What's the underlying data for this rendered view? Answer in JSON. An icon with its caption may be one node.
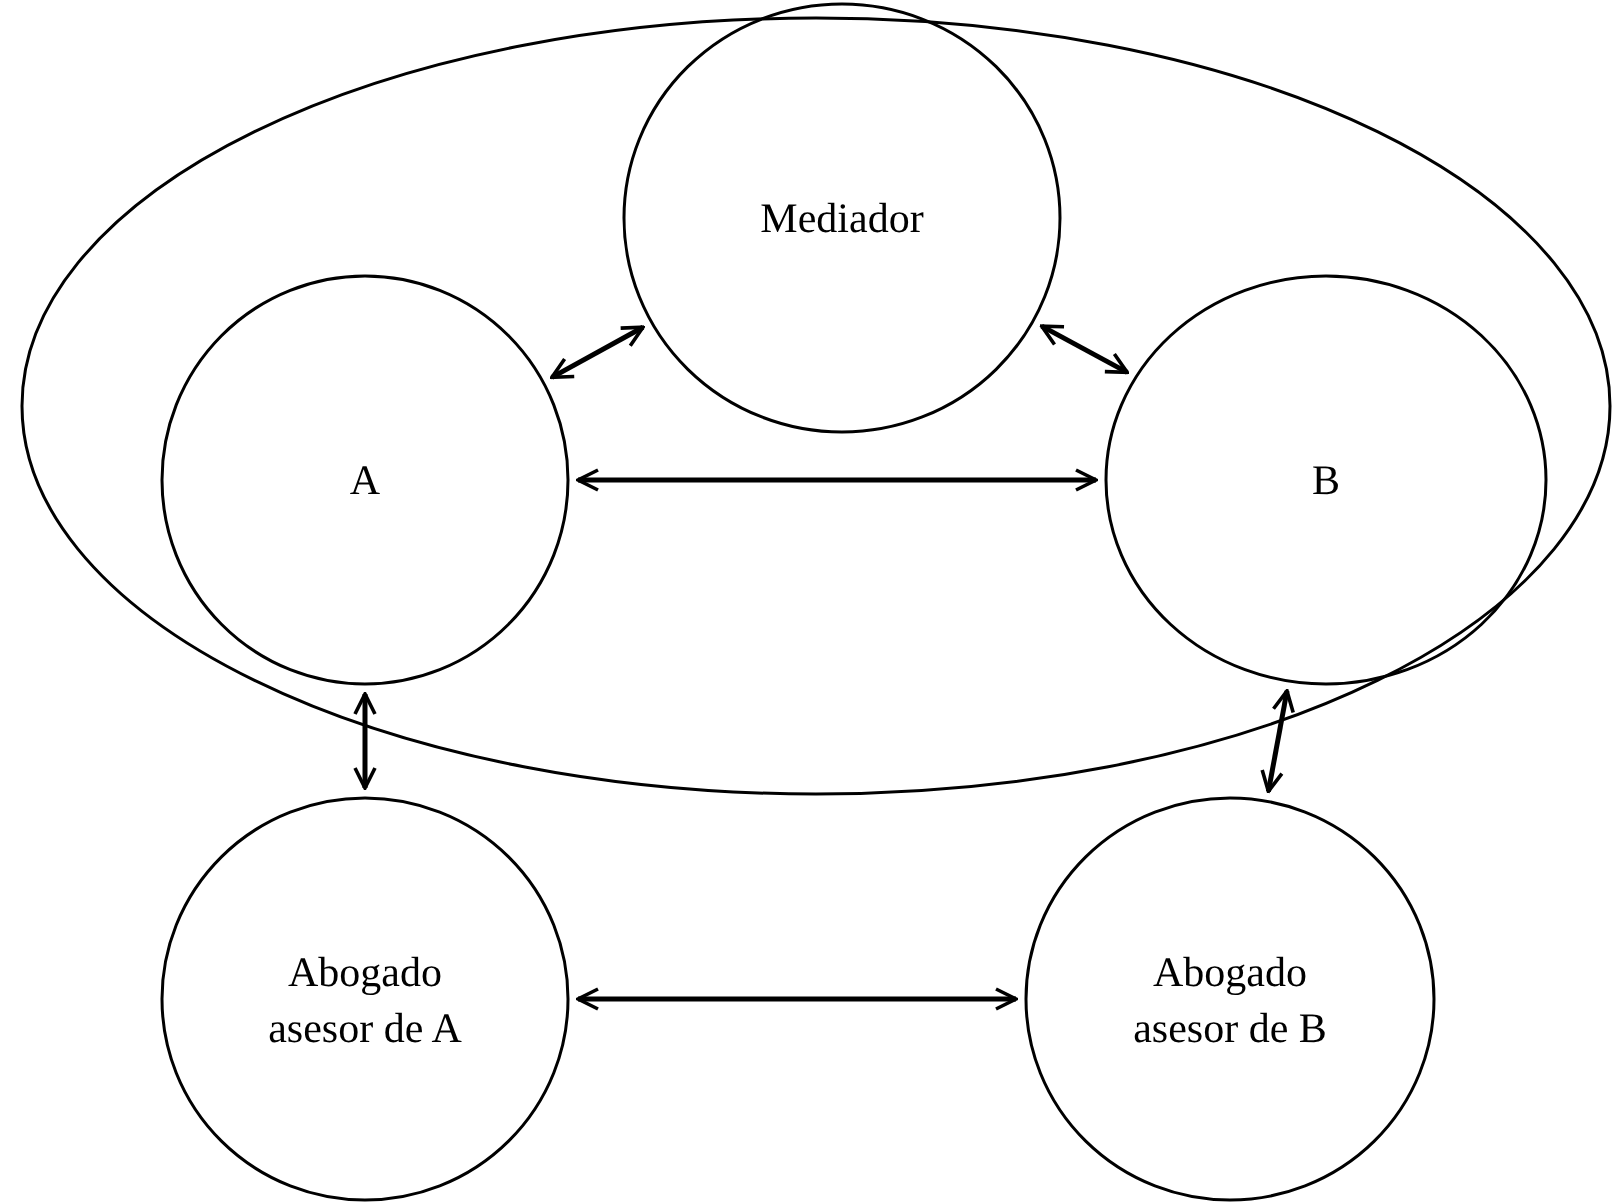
{
  "diagram": {
    "nodes": [
      {
        "text": [],
        "shape": "ellipse"
      },
      {
        "text": [
          "Mediador"
        ],
        "in": 0
      },
      {
        "text": [
          "A"
        ],
        "in": 0
      },
      {
        "text": [
          "B"
        ],
        "in": 0
      },
      {
        "text": [
          "Abogado asesor de A"
        ]
      },
      {
        "text": [
          "Abogado asesor de B"
        ]
      }
    ],
    "edges": [
      {
        "from": 2,
        "to": 1,
        "arrow": "both"
      },
      {
        "from": 1,
        "to": 3,
        "arrow": "both"
      },
      {
        "from": 2,
        "to": 3,
        "arrow": "both"
      },
      {
        "from": 2,
        "to": 4,
        "arrow": "both"
      },
      {
        "from": 3,
        "to": 5,
        "arrow": "both"
      },
      {
        "from": 4,
        "to": 5,
        "arrow": "both"
      }
    ]
  }
}
